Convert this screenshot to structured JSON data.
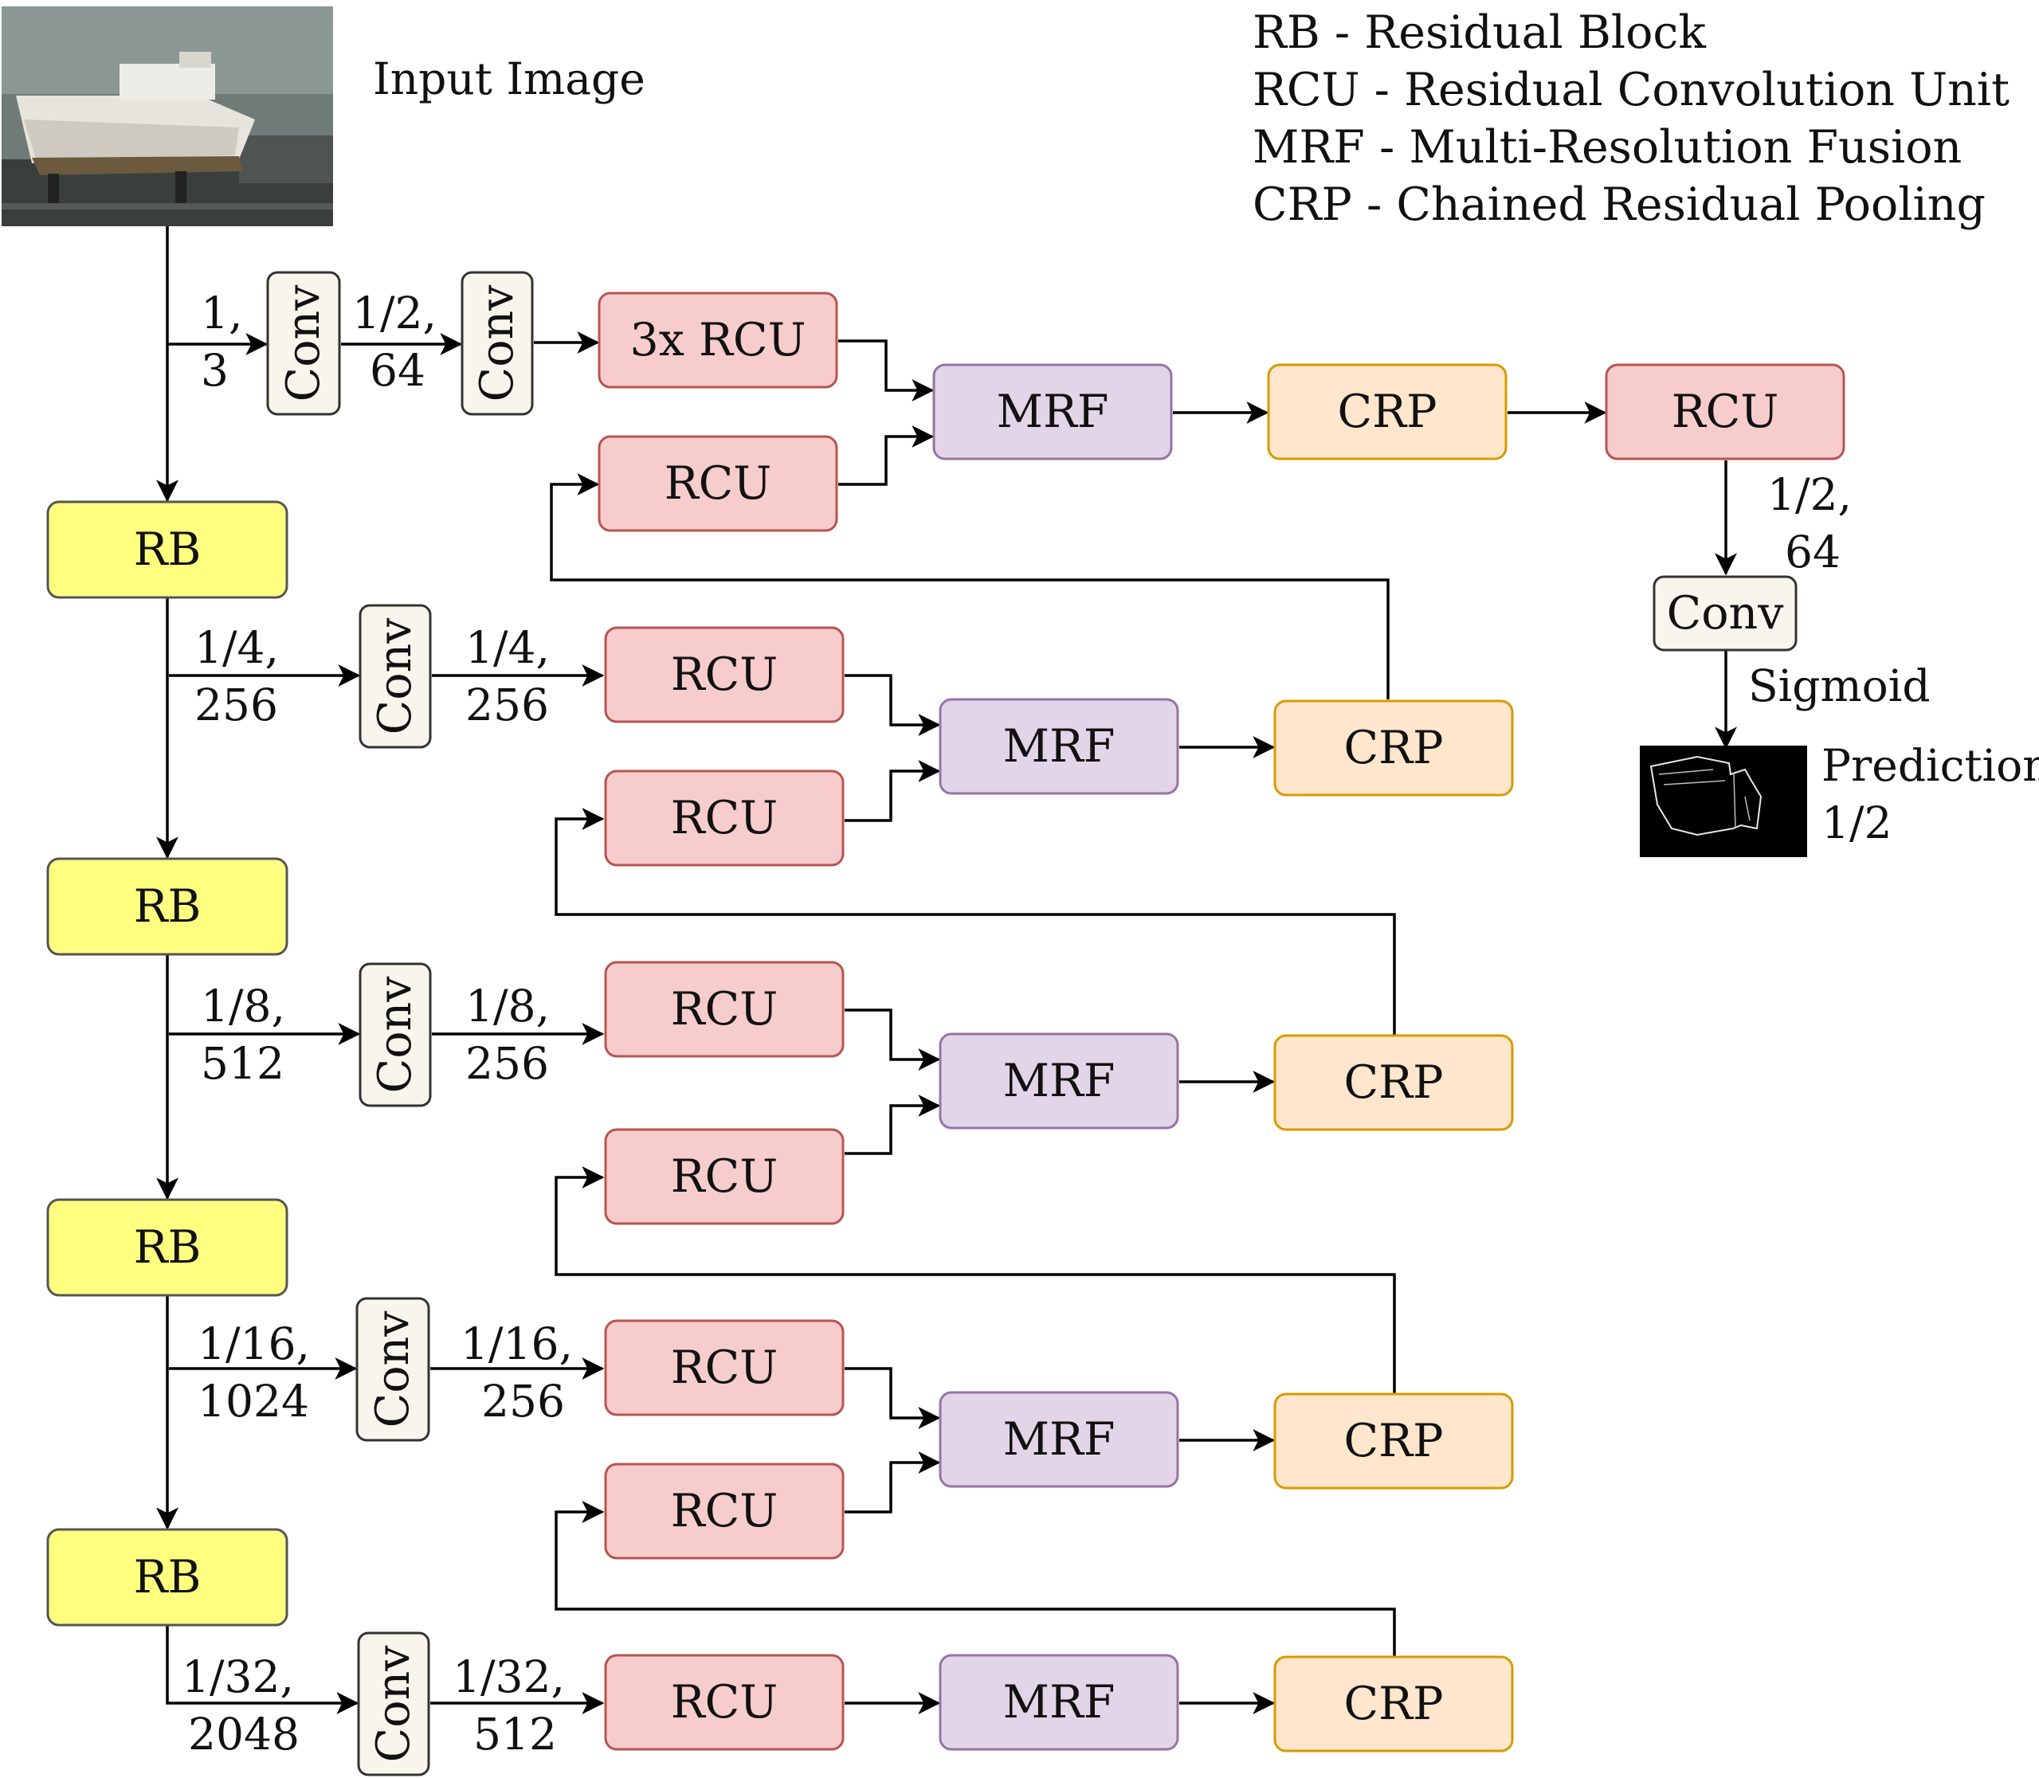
{
  "legend": [
    "RB - Residual Block",
    "RCU - Residual Convolution Unit",
    "MRF - Multi-Resolution Fusion",
    "CRP - Chained Residual Pooling"
  ],
  "input_label": "Input Image",
  "sigmoid_label": "Sigmoid",
  "prediction": {
    "line1": "Prediction",
    "line2": "1/2"
  },
  "colors": {
    "rb_fill": "#ffff80",
    "rb_stroke": "#555555",
    "conv_fill": "#f7f5ec",
    "conv_stroke": "#333333",
    "rcu_fill": "#f7cccc",
    "rcu_stroke": "#b85450",
    "mrf_fill": "#e1d5e7",
    "mrf_stroke": "#9673a6",
    "crp_fill": "#ffe6cc",
    "crp_stroke": "#d79b00"
  },
  "boxes": {
    "rb": "RB",
    "conv": "Conv",
    "rcu": "RCU",
    "rcu3": "3x RCU",
    "mrf": "MRF",
    "crp": "CRP"
  },
  "edge_labels": {
    "in_a": "1,",
    "in_b": "3",
    "s2_a": "1/2,",
    "s2_b": "64",
    "r1a_a": "1/4,",
    "r1a_b": "256",
    "r1b_a": "1/4,",
    "r1b_b": "256",
    "r2a_a": "1/8,",
    "r2a_b": "512",
    "r2b_a": "1/8,",
    "r2b_b": "256",
    "r3a_a": "1/16,",
    "r3a_b": "1024",
    "r3b_a": "1/16,",
    "r3b_b": "256",
    "r4a_a": "1/32,",
    "r4a_b": "2048",
    "r4b_a": "1/32,",
    "r4b_b": "512",
    "out_a": "1/2,",
    "out_b": "64"
  }
}
